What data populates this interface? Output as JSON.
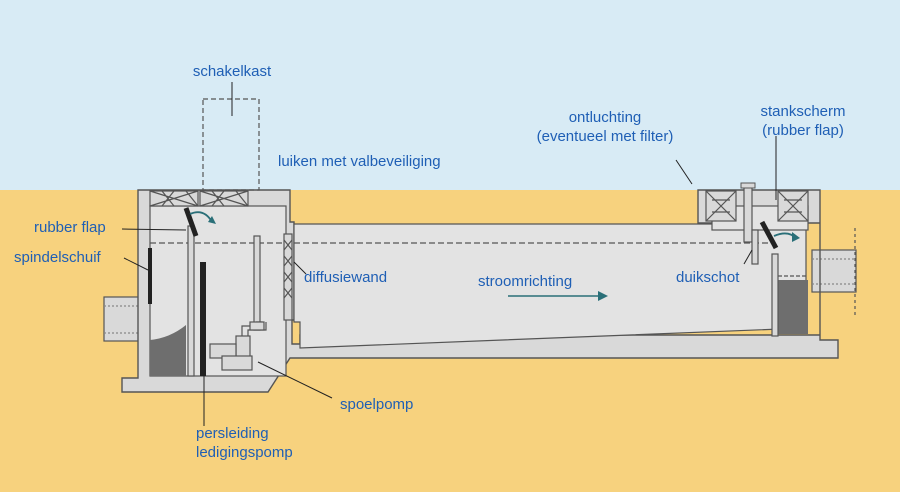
{
  "labels": {
    "schakelkast": "schakelkast",
    "luiken": "luiken met valbeveiliging",
    "ontluchting_1": "ontluchting",
    "ontluchting_2": "(eventueel met filter)",
    "stankscherm_1": "stankscherm",
    "stankscherm_2": "(rubber flap)",
    "rubber_flap": "rubber flap",
    "spindelschuif": "spindelschuif",
    "diffusiewand": "diffusiewand",
    "stroomrichting": "stroomrichting",
    "duikschot": "duikschot",
    "spoelpomp": "spoelpomp",
    "persleiding_1": "persleiding",
    "persleiding_2": "ledigingspomp"
  },
  "colors": {
    "sky": "#d8ebf5",
    "ground": "#f7d27e",
    "concrete": "#d9d9d9",
    "water": "#e3e3e3",
    "sludge": "#6e6e6e",
    "outline": "#555555",
    "label": "#1f5fb5",
    "arrow": "#2a6f78"
  }
}
